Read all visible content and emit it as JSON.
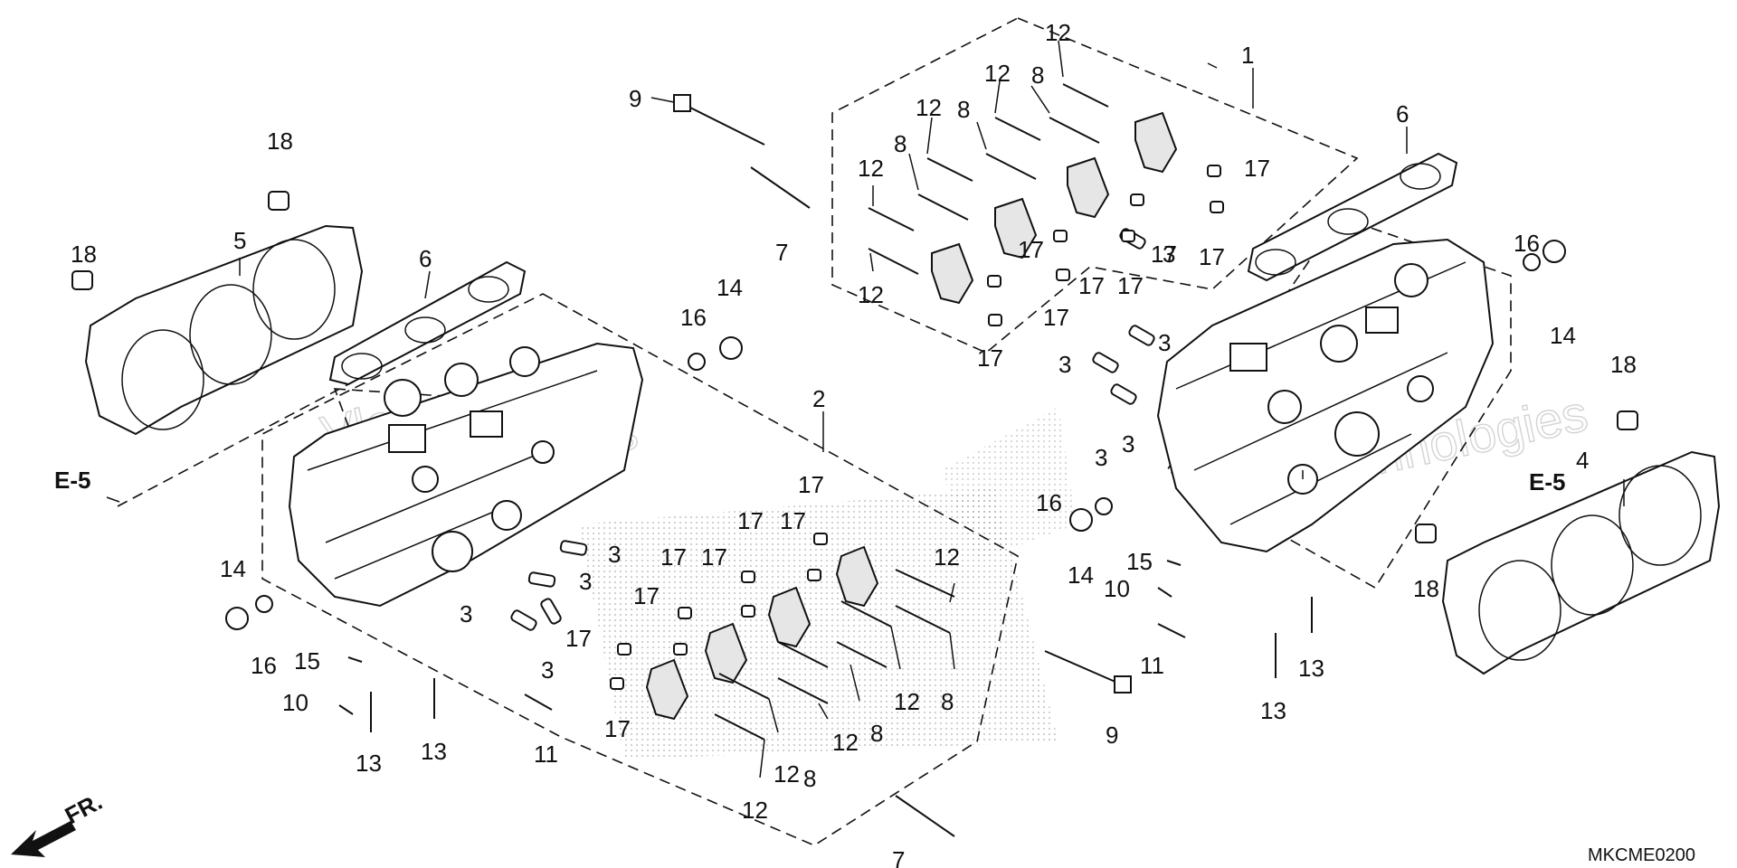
{
  "diagram": {
    "code": "MKCME0200",
    "front_arrow": "FR.",
    "ref_left": "E-5",
    "ref_right": "E-5",
    "watermark": [
      "Vlee",
      "technologies"
    ]
  },
  "callouts": [
    "1",
    "2",
    "3",
    "4",
    "5",
    "6",
    "7",
    "8",
    "9",
    "10",
    "11",
    "12",
    "13",
    "14",
    "15",
    "16",
    "17",
    "18"
  ]
}
